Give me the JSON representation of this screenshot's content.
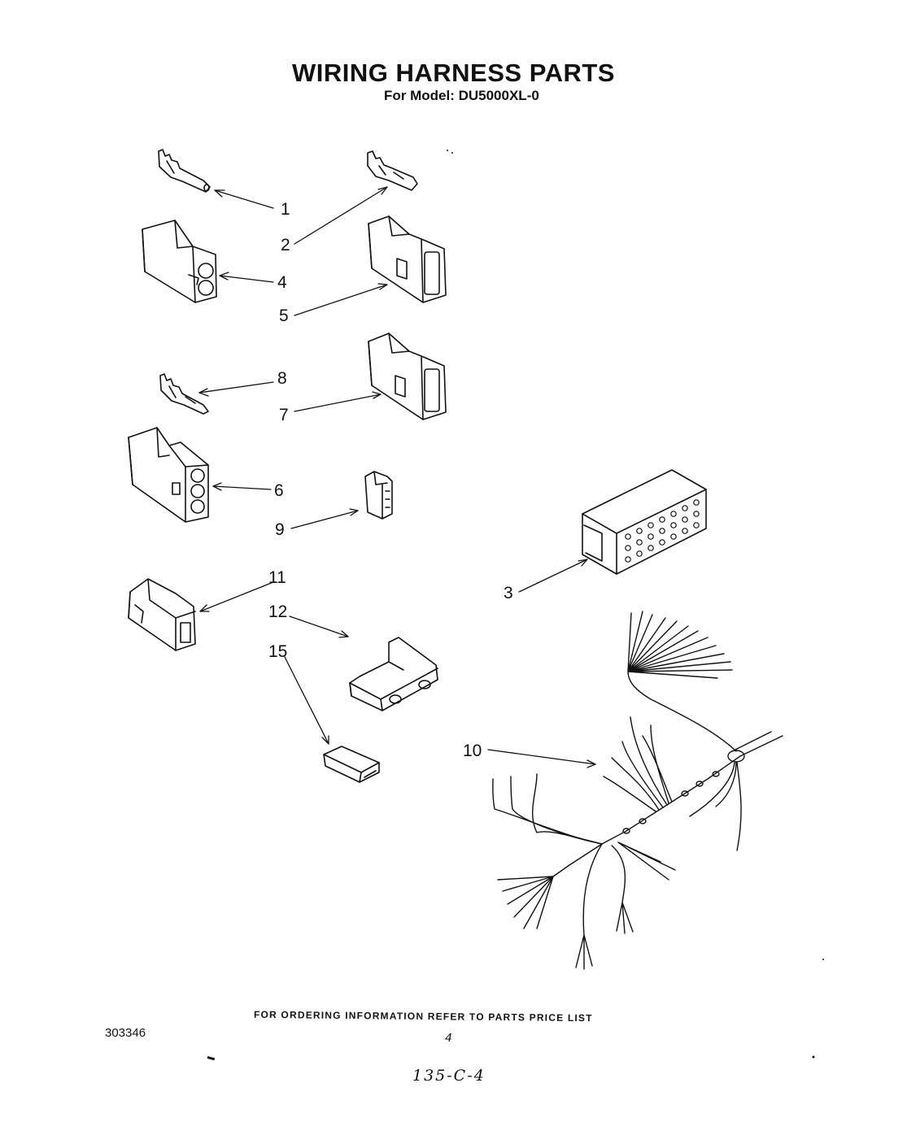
{
  "title": "WIRING HARNESS PARTS",
  "subtitle": "For Model: DU5000XL-0",
  "footer_note": "FOR ORDERING INFORMATION REFER TO PARTS PRICE LIST",
  "doc_number": "303346",
  "page_number": "4",
  "handwritten_code": "135-C-4",
  "callouts": [
    "1",
    "2",
    "3",
    "4",
    "5",
    "6",
    "7",
    "8",
    "9",
    "10",
    "11",
    "12",
    "15"
  ]
}
